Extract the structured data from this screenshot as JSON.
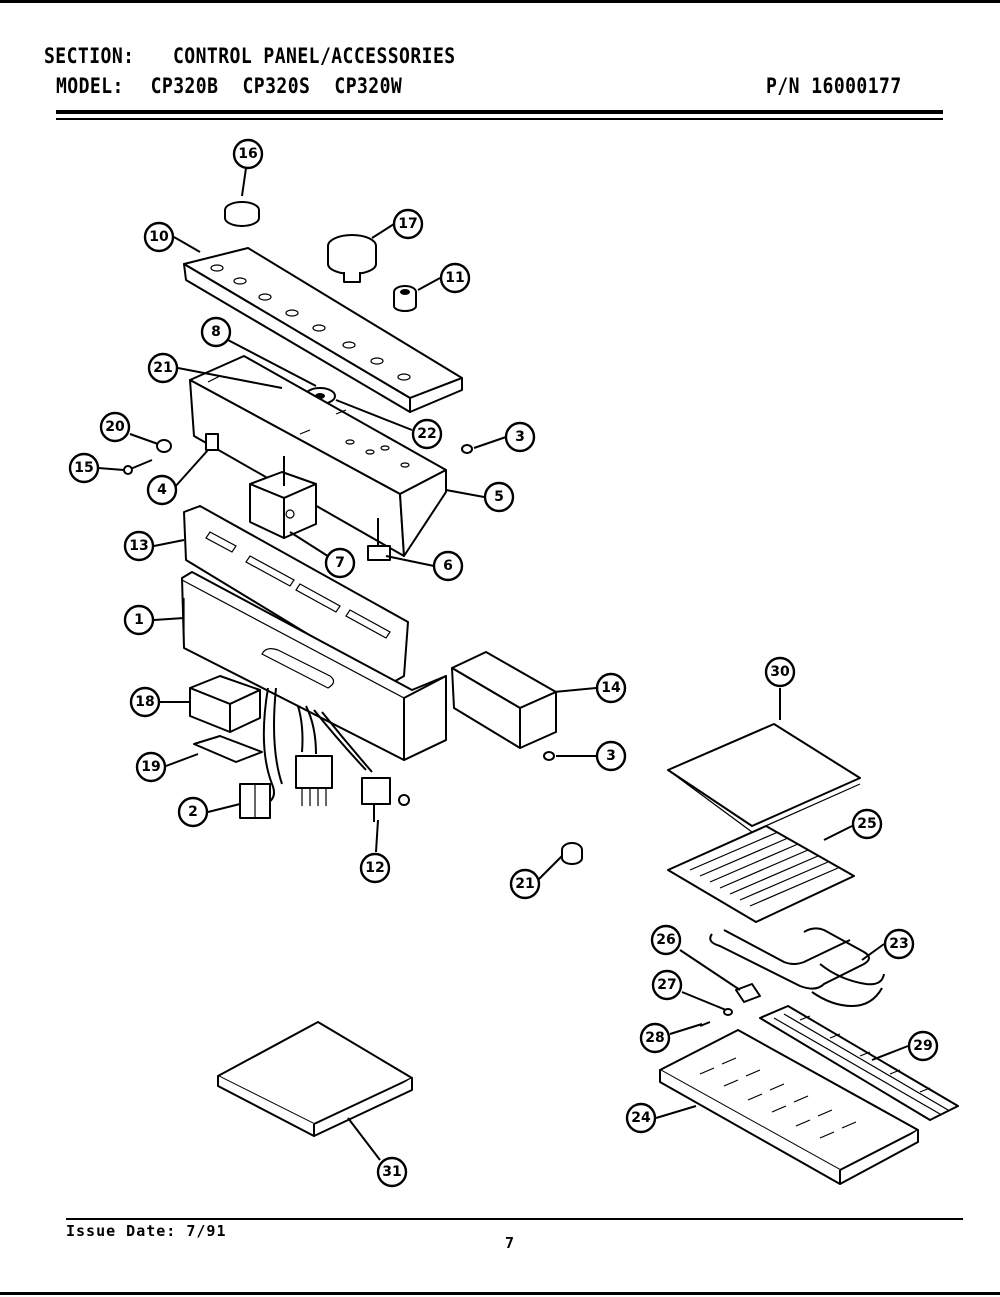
{
  "header": {
    "section_label": "SECTION:",
    "section_value": "CONTROL PANEL/ACCESSORIES",
    "model_label": "MODEL:",
    "models": [
      "CP320B",
      "CP320S",
      "CP320W"
    ],
    "part_number": "P/N 16000177"
  },
  "callouts": [
    {
      "key": "c16",
      "label": "16"
    },
    {
      "key": "c17",
      "label": "17"
    },
    {
      "key": "c10",
      "label": "10"
    },
    {
      "key": "c11",
      "label": "11"
    },
    {
      "key": "c8",
      "label": "8"
    },
    {
      "key": "c21a",
      "label": "21"
    },
    {
      "key": "c22",
      "label": "22"
    },
    {
      "key": "c3a",
      "label": "3"
    },
    {
      "key": "c20",
      "label": "20"
    },
    {
      "key": "c15",
      "label": "15"
    },
    {
      "key": "c4",
      "label": "4"
    },
    {
      "key": "c5",
      "label": "5"
    },
    {
      "key": "c13",
      "label": "13"
    },
    {
      "key": "c7",
      "label": "7"
    },
    {
      "key": "c6",
      "label": "6"
    },
    {
      "key": "c1",
      "label": "1"
    },
    {
      "key": "c14",
      "label": "14"
    },
    {
      "key": "c18",
      "label": "18"
    },
    {
      "key": "c3b",
      "label": "3"
    },
    {
      "key": "c19",
      "label": "19"
    },
    {
      "key": "c2",
      "label": "2"
    },
    {
      "key": "c12",
      "label": "12"
    },
    {
      "key": "c21b",
      "label": "21"
    },
    {
      "key": "c30",
      "label": "30"
    },
    {
      "key": "c25",
      "label": "25"
    },
    {
      "key": "c26",
      "label": "26"
    },
    {
      "key": "c23",
      "label": "23"
    },
    {
      "key": "c27",
      "label": "27"
    },
    {
      "key": "c28",
      "label": "28"
    },
    {
      "key": "c29",
      "label": "29"
    },
    {
      "key": "c24",
      "label": "24"
    },
    {
      "key": "c31",
      "label": "31"
    }
  ],
  "footer": {
    "issue_date": "Issue Date: 7/91",
    "page_number": "7"
  }
}
